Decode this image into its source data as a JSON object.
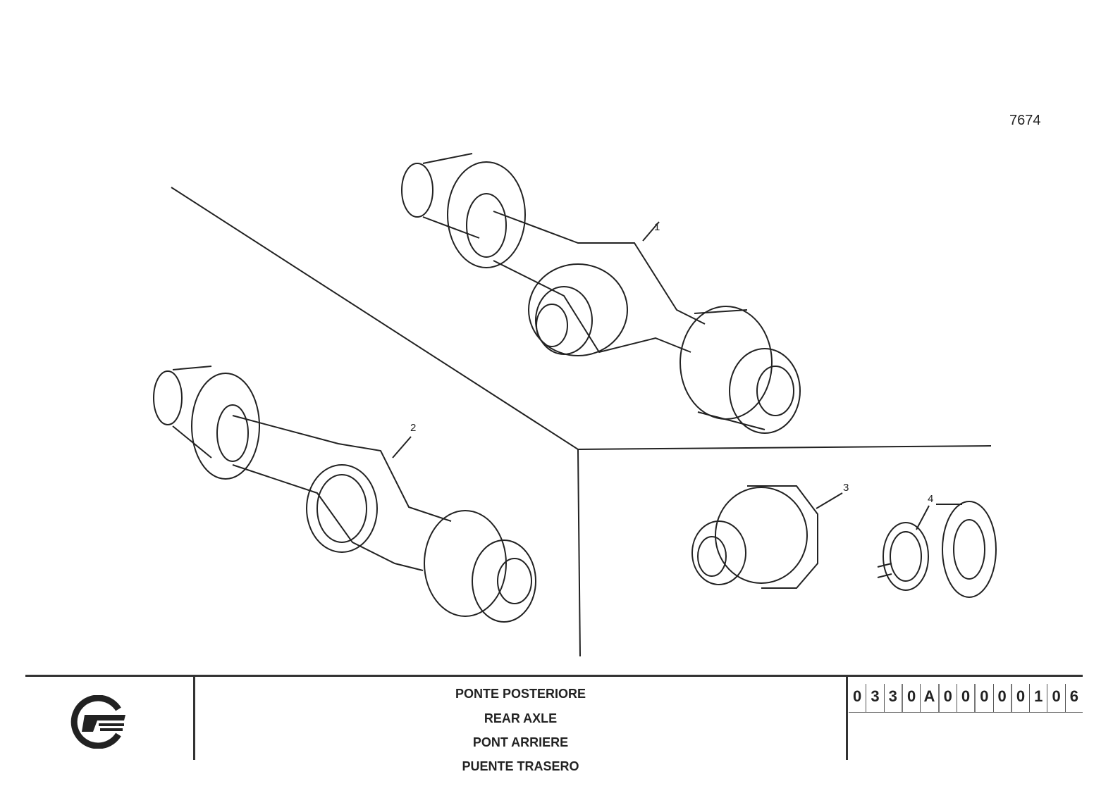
{
  "drawing_number": "7674",
  "callouts": [
    "1",
    "2",
    "3",
    "4"
  ],
  "title": {
    "it": "PONTE POSTERIORE",
    "en": "REAR AXLE",
    "fr": "PONT ARRIERE",
    "es": "PUENTE TRASERO"
  },
  "part_code": [
    "0",
    "3",
    "3",
    "0",
    "A",
    "0",
    "0",
    "0",
    "0",
    "0",
    "1",
    "0",
    "6"
  ]
}
